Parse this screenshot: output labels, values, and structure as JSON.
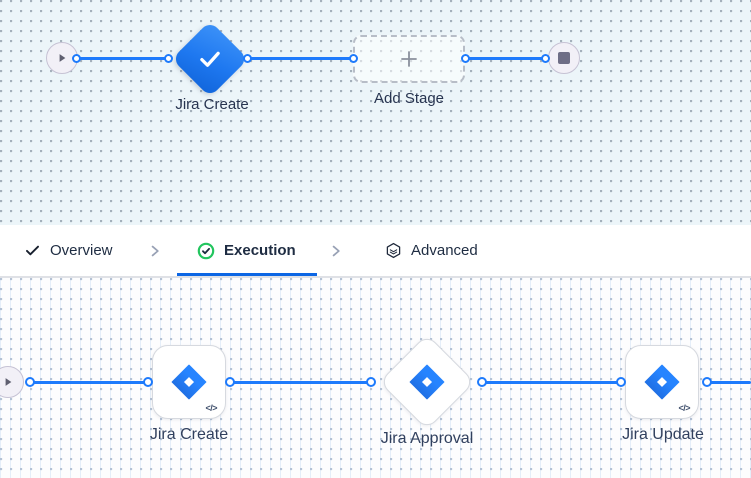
{
  "colors": {
    "edge_blue": "#1d7afc",
    "stage_blue": "#2180f7",
    "active_tab_underline": "#0c66e4",
    "success_green": "#22c55e",
    "top_canvas_bg": "#ecf5f9",
    "bottom_canvas_bg": "#fdfdfe"
  },
  "top_pipeline": {
    "start_icon": "play-icon",
    "end_icon": "stop-icon",
    "stage": {
      "label": "Jira Create",
      "icon": "check-icon"
    },
    "add_stage": {
      "label": "Add Stage",
      "icon": "plus-icon"
    }
  },
  "tabs": {
    "items": [
      {
        "label": "Overview",
        "icon": "check-icon",
        "active": false
      },
      {
        "label": "Execution",
        "icon": "check-circle-icon",
        "active": true
      },
      {
        "label": "Advanced",
        "icon": "hexagon-icon",
        "active": false
      }
    ],
    "separator_icon": "chevron-right-icon"
  },
  "bottom_pipeline": {
    "start_icon": "play-icon",
    "steps": [
      {
        "label": "Jira Create",
        "shape": "square",
        "icon": "jira-icon",
        "code_badge": "</>"
      },
      {
        "label": "Jira Approval",
        "shape": "diamond",
        "icon": "jira-icon",
        "code_badge": ""
      },
      {
        "label": "Jira Update",
        "shape": "square",
        "icon": "jira-icon",
        "code_badge": "</>"
      }
    ]
  }
}
